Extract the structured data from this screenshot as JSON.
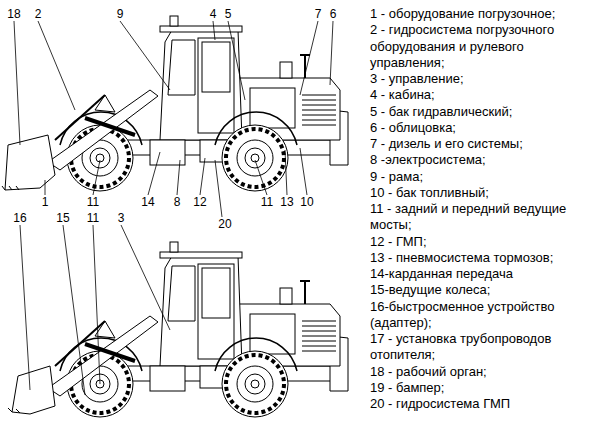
{
  "diagram": {
    "labels": [
      "18",
      "2",
      "9",
      "4",
      "5",
      "7",
      "6",
      "1",
      "11",
      "14",
      "8",
      "12",
      "11",
      "13",
      "10",
      "20",
      "16",
      "15",
      "11",
      "3",
      "1 - оборудование погрузочное;",
      "2 - гидросистема погрузочного оборудования и рулевого управления;",
      "3 - управление;",
      "4 - кабина;",
      "5 - бак гидравлический;",
      "6 - облицовка;",
      "7 - дизель и его системы;",
      "8 -электросистема;",
      "9 - рама;",
      "10 - бак топливный;",
      "11 - задний и передний ведущие мосты;",
      "12 - ГМП;",
      "13 - пневмосистема тормозов;",
      "14-карданная передача",
      "15-ведущие колеса;",
      "16-быстросменное устройство (адаптер);",
      "17 - установка трубопроводов отопителя;",
      "18 - рабочий орган;",
      "19 - бампер;",
      "20 - гидросистема ГМП"
    ]
  }
}
